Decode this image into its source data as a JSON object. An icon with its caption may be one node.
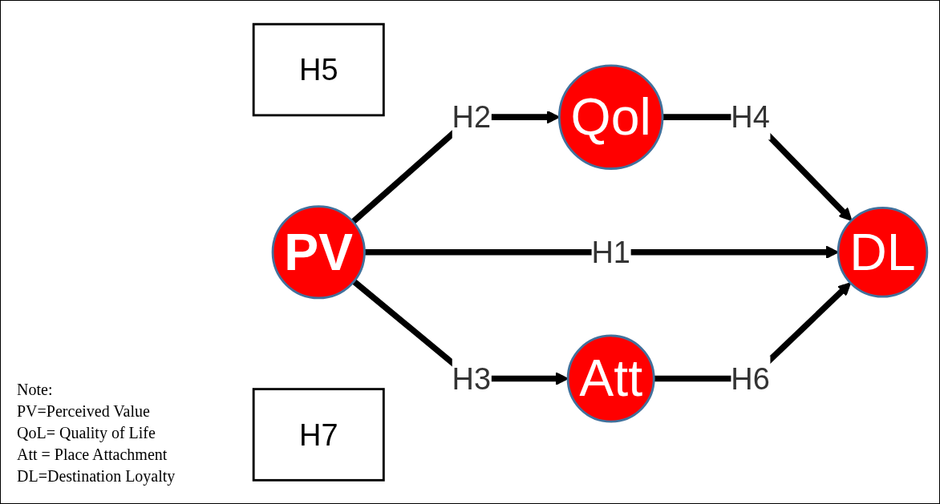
{
  "diagram": {
    "nodes": [
      {
        "text": [
          "Qol"
        ]
      },
      {
        "text": [
          "H5"
        ]
      },
      {
        "text": [
          "PV"
        ]
      },
      {
        "text": [
          "DL"
        ]
      },
      {
        "text": [
          "H7"
        ]
      },
      {
        "text": [
          "Att"
        ]
      }
    ],
    "edges": [
      {
        "from": 2,
        "to": 0,
        "arrow": "to",
        "label": "H2"
      },
      {
        "from": 0,
        "to": 3,
        "arrow": "to",
        "label": "H4"
      },
      {
        "from": 2,
        "to": 3,
        "arrow": "to",
        "label": "H1"
      },
      {
        "from": 2,
        "to": 5,
        "arrow": "to",
        "label": "H3"
      },
      {
        "from": 5,
        "to": 3,
        "arrow": "to",
        "label": "H6"
      }
    ],
    "labels": [
      "Note:",
      "PV=Perceived Value",
      "QoL= Quality of Life",
      "Att = Place Attachment",
      "DL=Destination Loyalty"
    ]
  }
}
